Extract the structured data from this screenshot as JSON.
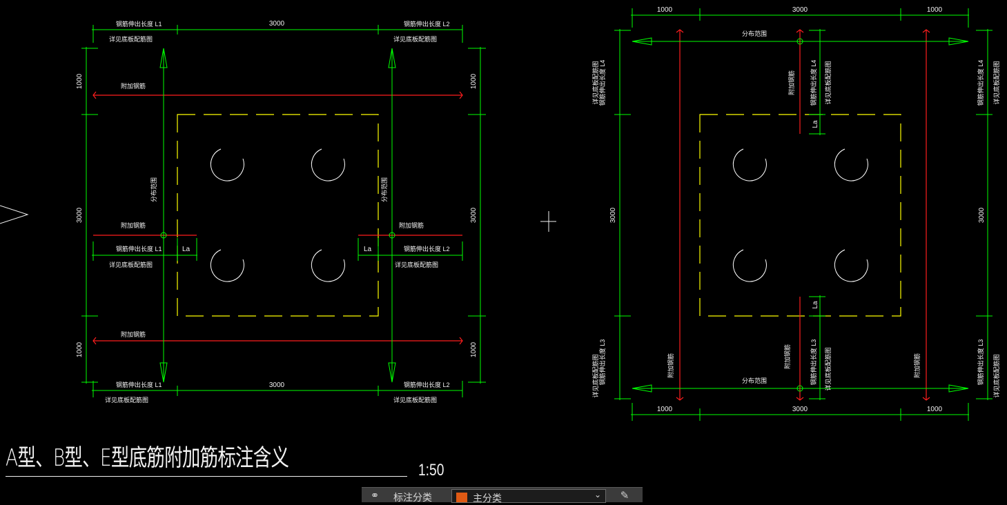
{
  "colors": {
    "dim": "#00ff00",
    "rebar": "#ff1e1e",
    "outline": "#ffff00",
    "pile": "#ffffff",
    "text": "#f2f2f2"
  },
  "left": {
    "top_dims": [
      "3000"
    ],
    "bottom_dims": [
      "3000"
    ],
    "side_dims": [
      "1000",
      "3000",
      "1000"
    ],
    "label_l1": "钢筋伸出长度 L1",
    "label_l2": "钢筋伸出长度 L2",
    "see_base": "详见底板配筋图",
    "extra_rebar": "附加钢筋",
    "dist_range": "分布范围",
    "la": "La"
  },
  "right": {
    "top_dims": [
      "1000",
      "3000",
      "1000"
    ],
    "bottom_dims": [
      "1000",
      "3000",
      "1000"
    ],
    "side_dims": [
      "3000"
    ],
    "label_l3": "钢筋伸出长度 L3",
    "label_l4": "钢筋伸出长度 L4",
    "see_base": "详见底板配筋图",
    "extra_rebar": "附加钢筋",
    "dist_range": "分布范围",
    "la": "La"
  },
  "title": "A型、B型、E型底筋附加筋标注含义",
  "scale": "1:50",
  "toolbar": {
    "label": "标注分类",
    "selected": "主分类"
  }
}
